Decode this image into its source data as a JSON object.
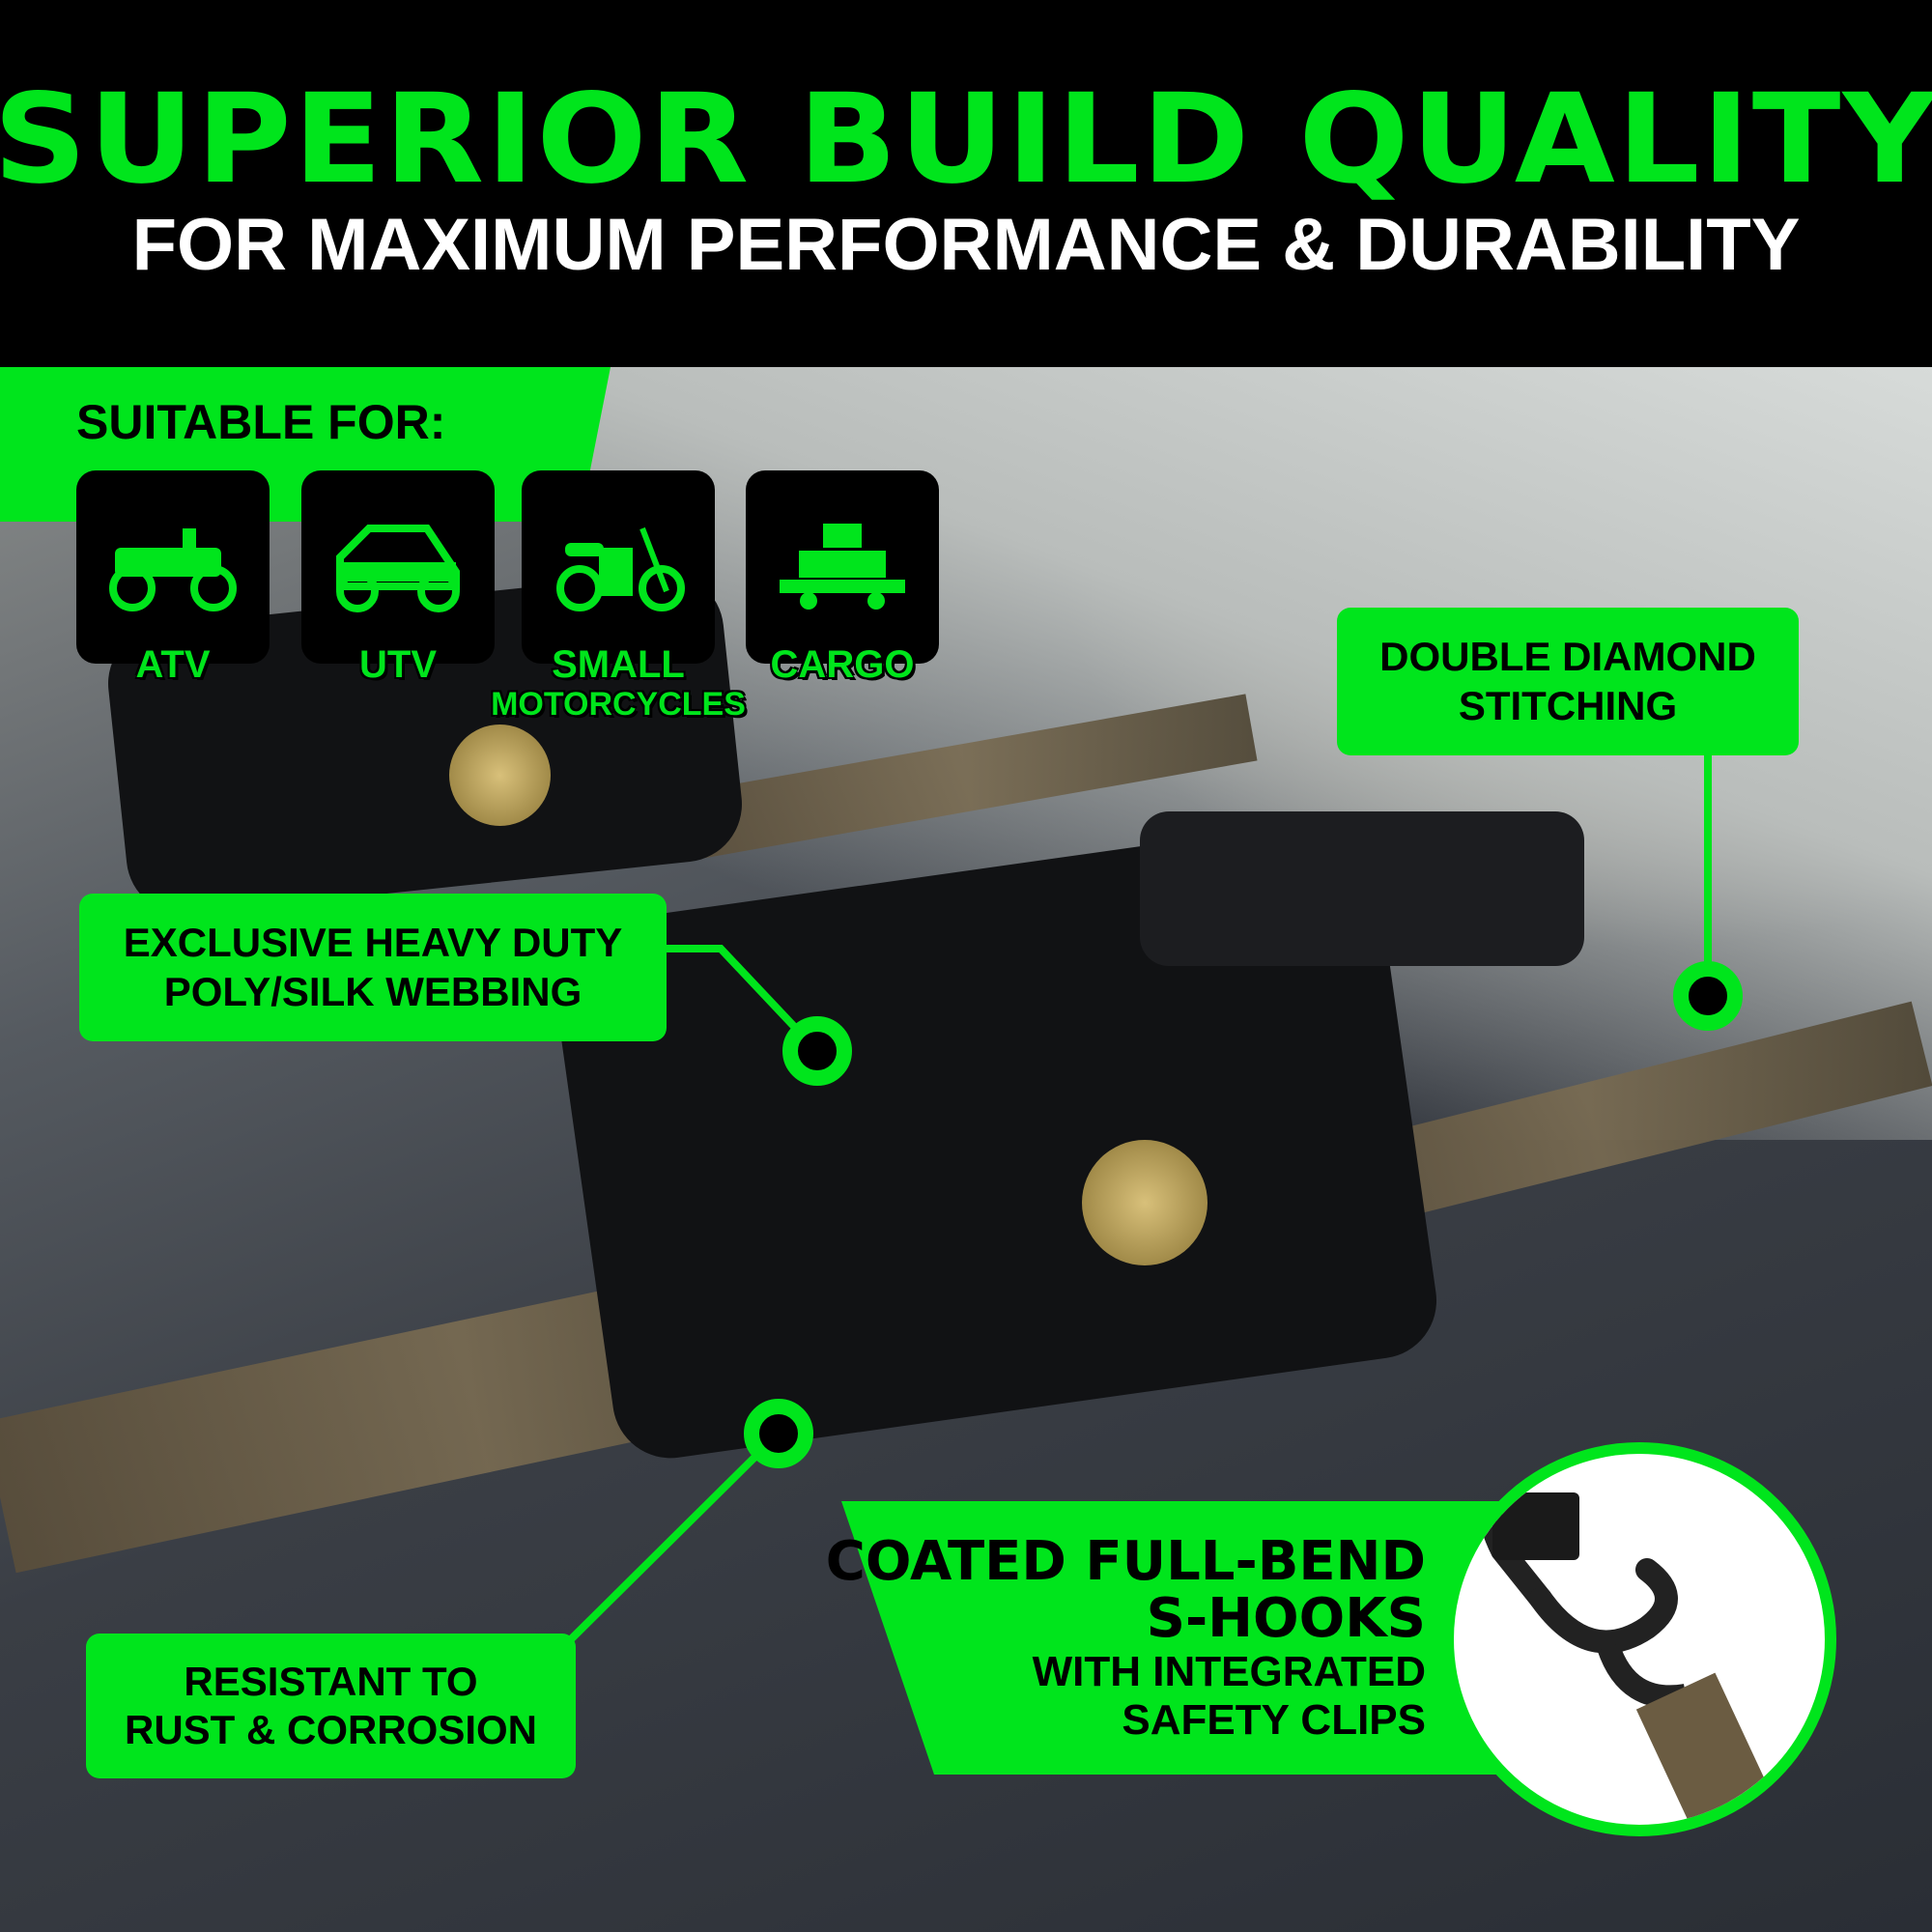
{
  "header": {
    "title": "SUPERIOR BUILD QUALITY",
    "subtitle": "FOR MAXIMUM PERFORMANCE & DURABILITY"
  },
  "suitable": {
    "label": "SUITABLE FOR:",
    "items": [
      {
        "label": "ATV",
        "icon": "atv-icon"
      },
      {
        "label": "UTV",
        "icon": "utv-icon"
      },
      {
        "label": "SMALL",
        "label2": "MOTORCYCLES",
        "icon": "motorcycle-icon"
      },
      {
        "label": "CARGO",
        "icon": "cargo-truck-icon"
      }
    ]
  },
  "callouts": {
    "stitching": {
      "line1": "DOUBLE DIAMOND",
      "line2": "STITCHING"
    },
    "webbing": {
      "line1": "EXCLUSIVE HEAVY DUTY",
      "line2": "POLY/SILK WEBBING"
    },
    "rust": {
      "line1": "RESISTANT TO",
      "line2": "RUST & CORROSION"
    },
    "hooks": {
      "line1": "COATED FULL-BEND",
      "line2": "S-HOOKS",
      "line3": "WITH INTEGRATED",
      "line4": "SAFETY CLIPS"
    }
  },
  "colors": {
    "accent": "#00e51c",
    "header_bg": "#000000"
  }
}
